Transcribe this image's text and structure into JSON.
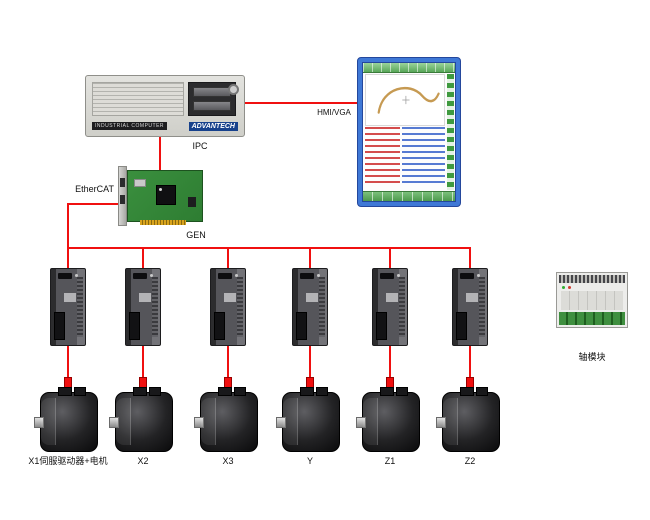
{
  "colors": {
    "wire": "#f01010",
    "monitor_blue": "#3f78d6",
    "pcb_green": "#2e7d32",
    "terminal_green": "#3f8f3f"
  },
  "ipc": {
    "label": "IPC",
    "brand": "ADVANTECH",
    "model_text": "INDUSTRIAL COMPUTER"
  },
  "links": {
    "hmi_label": "HMI/VGA",
    "fieldbus_label": "EtherCAT"
  },
  "card": {
    "label": "GEN"
  },
  "axis_module": {
    "label": "轴模块"
  },
  "axes": [
    {
      "label": "X1伺服驱动器+电机"
    },
    {
      "label": "X2"
    },
    {
      "label": "X3"
    },
    {
      "label": "Y"
    },
    {
      "label": "Z1"
    },
    {
      "label": "Z2"
    }
  ]
}
